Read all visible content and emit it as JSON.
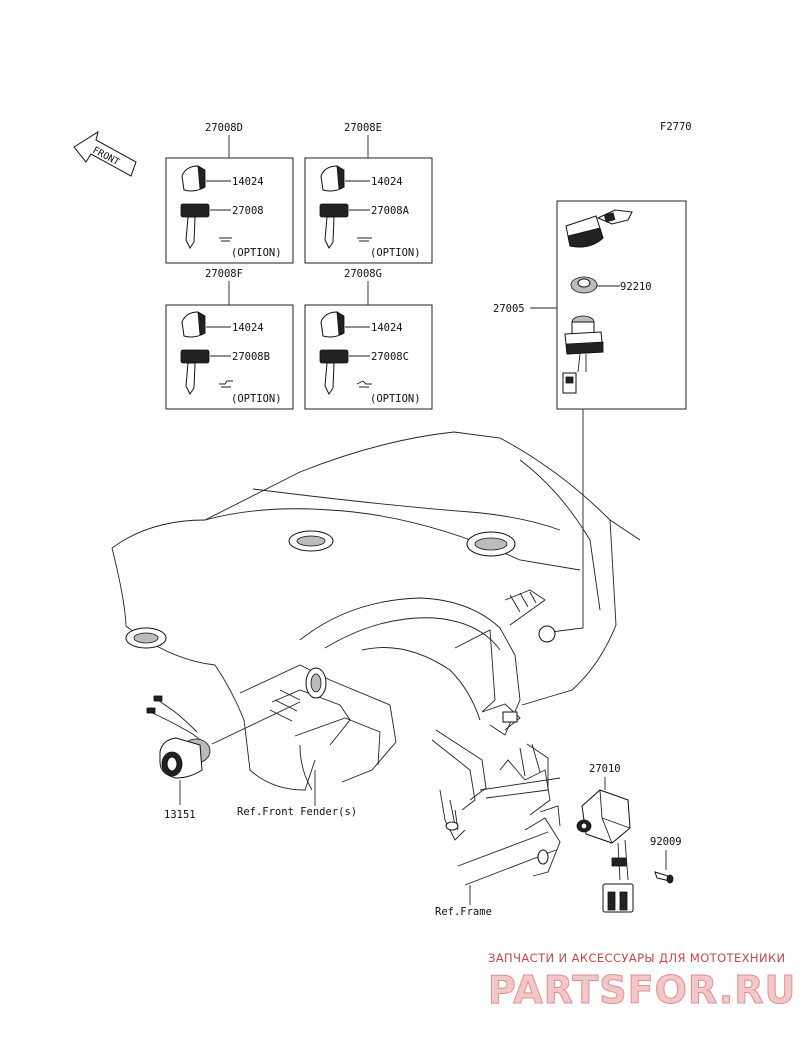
{
  "figure_code": "F2770",
  "front_label": "FRONT",
  "kits": [
    {
      "kit_no": "27008D",
      "cap_part": "14024",
      "key_part": "27008",
      "option_label": "(OPTION)"
    },
    {
      "kit_no": "27008E",
      "cap_part": "14024",
      "key_part": "27008A",
      "option_label": "(OPTION)"
    },
    {
      "kit_no": "27008F",
      "cap_part": "14024",
      "key_part": "27008B",
      "option_label": "(OPTION)"
    },
    {
      "kit_no": "27008G",
      "cap_part": "14024",
      "key_part": "27008C",
      "option_label": "(OPTION)"
    }
  ],
  "switch_assembly": {
    "part_no": "27005",
    "nut_part": "92210"
  },
  "callouts": {
    "socket": "13151",
    "front_fender": "Ref.Front Fender(s)",
    "relay": "27010",
    "bolt": "92009",
    "frame": "Ref.Frame"
  },
  "watermark": {
    "caption": "ЗАПЧАСТИ И АКСЕССУАРЫ ДЛЯ МОТОТЕХНИКИ",
    "brand": "PARTSFOR.RU",
    "color": "#d65c5c"
  }
}
